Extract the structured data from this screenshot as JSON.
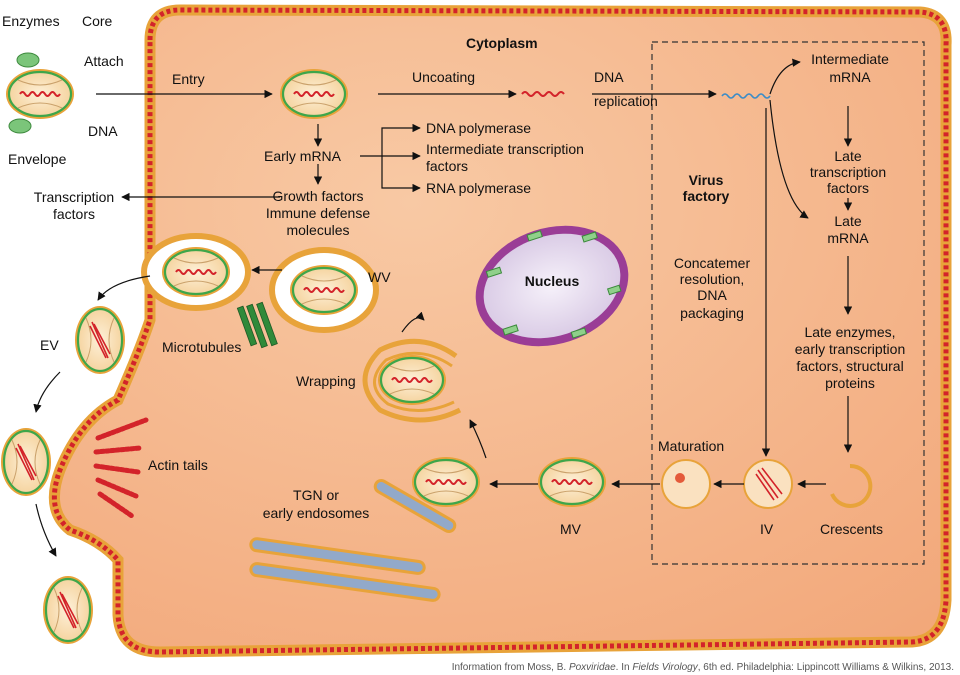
{
  "labels": {
    "enzymes": "Enzymes",
    "core": "Core",
    "attach": "Attach",
    "dna": "DNA",
    "envelope": "Envelope",
    "cytoplasm": "Cytoplasm",
    "entry": "Entry",
    "uncoating": "Uncoating",
    "dna_replication_1": "DNA",
    "dna_replication_2": "replication",
    "intermediate_mrna_1": "Intermediate",
    "intermediate_mrna_2": "mRNA",
    "early_mrna": "Early mRNA",
    "dna_polymerase": "DNA polymerase",
    "intermediate_tf_1": "Intermediate transcription",
    "intermediate_tf_2": "factors",
    "rna_polymerase": "RNA polymerase",
    "growth_factors": "Growth factors",
    "immune_defense": "Immune defense",
    "molecules": "molecules",
    "transcription_factors_1": "Transcription",
    "transcription_factors_2": "factors",
    "late_tf_1": "Late",
    "late_tf_2": "transcription",
    "late_tf_3": "factors",
    "virus_factory_1": "Virus",
    "virus_factory_2": "factory",
    "late_mrna_1": "Late",
    "late_mrna_2": "mRNA",
    "nucleus": "Nucleus",
    "wv": "WV",
    "concatemer_1": "Concatemer",
    "concatemer_2": "resolution,",
    "concatemer_3": "DNA",
    "concatemer_4": "packaging",
    "microtubules": "Microtubules",
    "ev": "EV",
    "wrapping": "Wrapping",
    "late_enzymes_1": "Late enzymes,",
    "late_enzymes_2": "early transcription",
    "late_enzymes_3": "factors, structural",
    "late_enzymes_4": "proteins",
    "actin_tails": "Actin tails",
    "maturation": "Maturation",
    "tgn_1": "TGN or",
    "tgn_2": "early endosomes",
    "mv": "MV",
    "iv": "IV",
    "crescents": "Crescents"
  },
  "citation": {
    "prefix": "Information from Moss, B. ",
    "title1": "Poxviridae",
    "middle": ". In ",
    "title2": "Fields Virology",
    "suffix": ", 6th ed. Philadelphia: Lippincott Williams & Wilkins, 2013."
  },
  "colors": {
    "cytoplasm": "#f6b98e",
    "membrane_outer": "#e8a33a",
    "membrane_beads": "#d3232a",
    "virion_fill": "#f9d9a8",
    "virion_green": "#3ea64a",
    "dna": "#d3232a",
    "nucleus_fill": "#e6dcef",
    "nucleus_ring": "#9a3d96",
    "endosome": "#92a9c9",
    "microtubule": "#2f8a3a"
  }
}
